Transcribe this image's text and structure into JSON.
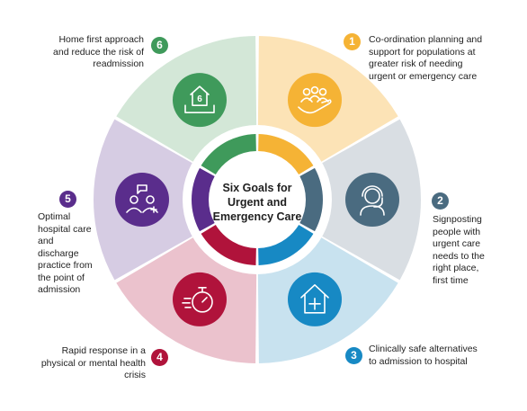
{
  "title": "Six Goals for Urgent and Emergency Care",
  "goals": [
    {
      "number": "1",
      "text": "Co-ordination planning and support for populations at greater risk of needing urgent or emergency care",
      "color": "#F5B335",
      "sector_color": "#FCE3B6",
      "icon": "people-in-hand-icon"
    },
    {
      "number": "2",
      "text": "Signposting people with urgent care needs to the right place, first time",
      "color": "#4A6B80",
      "sector_color": "#D9DEE3",
      "icon": "headset-operator-icon"
    },
    {
      "number": "3",
      "text": "Clinically safe alternatives to admission to hospital",
      "color": "#1789C4",
      "sector_color": "#C8E2EF",
      "icon": "house-with-cross-icon"
    },
    {
      "number": "4",
      "text": "Rapid response in a physical or mental health crisis",
      "color": "#B0133B",
      "sector_color": "#EBC2CD",
      "icon": "stopwatch-icon"
    },
    {
      "number": "5",
      "text": "Optimal hospital care and discharge practice from the point of admission",
      "color": "#5A2D8C",
      "sector_color": "#D6CCE3",
      "icon": "team-discussion-icon"
    },
    {
      "number": "6",
      "text": "Home first approach and reduce the risk of readmission",
      "color": "#3F9A5B",
      "sector_color": "#D3E7D7",
      "icon": "home-first-icon"
    }
  ]
}
